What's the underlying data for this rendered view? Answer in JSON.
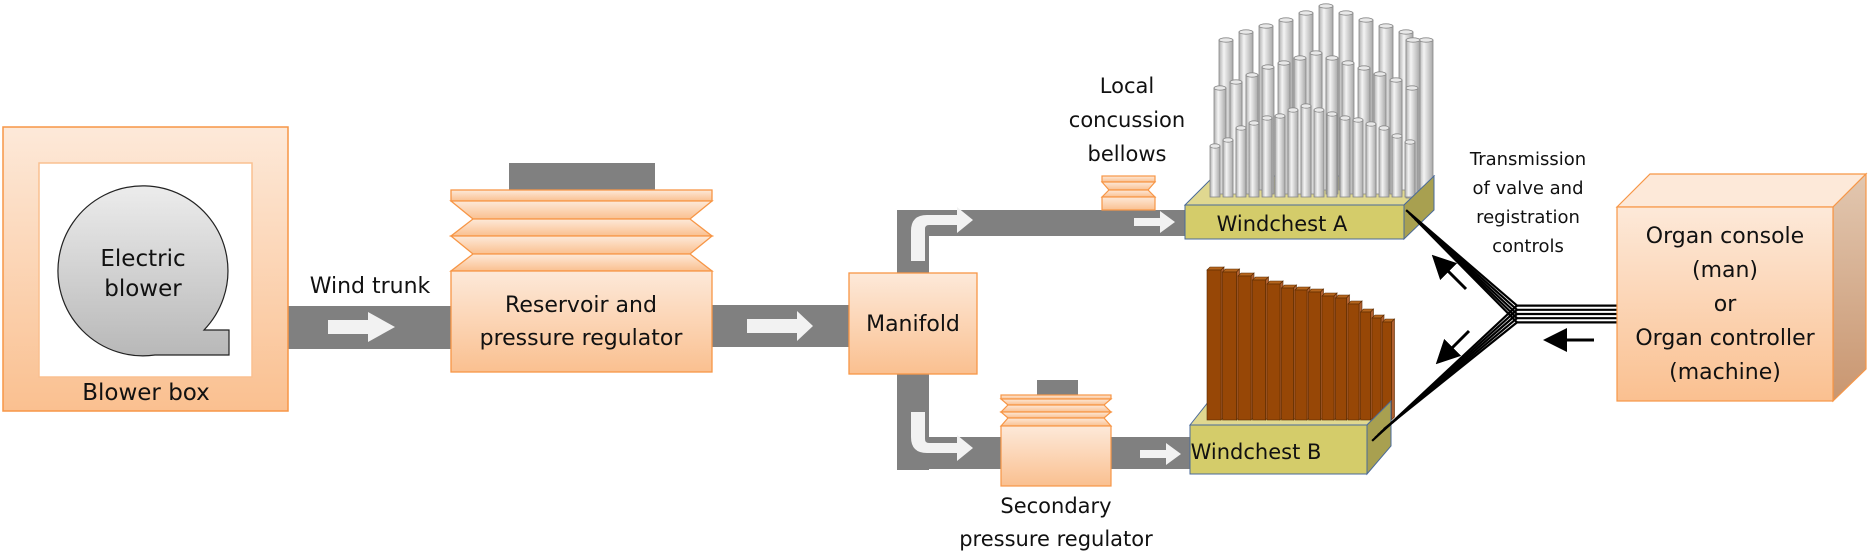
{
  "title": "Pipe organ wind and control system",
  "colors": {
    "orange_fill_top": "#fde9d9",
    "orange_fill_bottom": "#fac090",
    "orange_stroke": "#f79646",
    "trunk_gray": "#808080",
    "arrow_white": "#f2f2f2",
    "windchest_fill": "#d4cc6a",
    "windchest_side": "#a8a050",
    "wood_pipe": "#974706",
    "metal_pipe": "#d0d0d0"
  },
  "components": {
    "blower_box": {
      "label": "Blower box"
    },
    "electric_blower": {
      "label_lines": [
        "Electric",
        "blower"
      ]
    },
    "wind_trunk": {
      "label": "Wind trunk"
    },
    "reservoir": {
      "label_lines": [
        "Reservoir and",
        "pressure regulator"
      ]
    },
    "manifold": {
      "label": "Manifold"
    },
    "local_bellows": {
      "label_lines": [
        "Local",
        "concussion",
        "bellows"
      ]
    },
    "windchest_a": {
      "label": "Windchest A"
    },
    "windchest_b": {
      "label": "Windchest B"
    },
    "secondary_regulator": {
      "label_lines": [
        "Secondary",
        "pressure regulator"
      ]
    },
    "transmission": {
      "label_lines": [
        "Transmission",
        "of valve and",
        "registration",
        "controls"
      ]
    },
    "console": {
      "label_lines": [
        "Organ console",
        "(man)",
        "or",
        "Organ controller",
        "(machine)"
      ]
    }
  },
  "flows": [
    {
      "from": "electric_blower",
      "to": "reservoir",
      "via": "wind_trunk"
    },
    {
      "from": "reservoir",
      "to": "manifold"
    },
    {
      "from": "manifold",
      "to": "windchest_a",
      "via": "local_bellows"
    },
    {
      "from": "manifold",
      "to": "windchest_b",
      "via": "secondary_regulator"
    },
    {
      "from": "console",
      "to": "windchest_a",
      "via": "transmission"
    },
    {
      "from": "console",
      "to": "windchest_b",
      "via": "transmission"
    }
  ]
}
